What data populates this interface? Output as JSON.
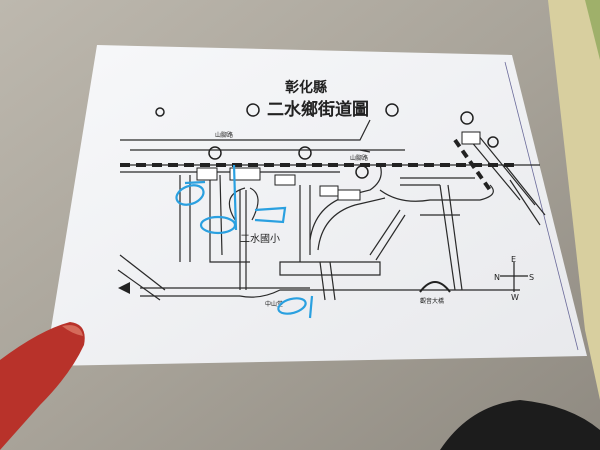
{
  "map": {
    "county": "彰化縣",
    "title": "二水鄉街道圖",
    "labels": {
      "school": "二水國小",
      "road_shanjiao": "山腳路",
      "road_shanjiao_2": "山腳路",
      "hall": "中山堂",
      "bridge": "觀音大橋"
    },
    "compass": {
      "north": "N",
      "south": "S",
      "east": "E",
      "west": "W"
    }
  },
  "colors": {
    "floor": "#a9a49b",
    "paper": "#f4f5f7",
    "ink": "#2a2a2a",
    "highlight": "#2aa0e0",
    "skin": "#b8322a"
  }
}
